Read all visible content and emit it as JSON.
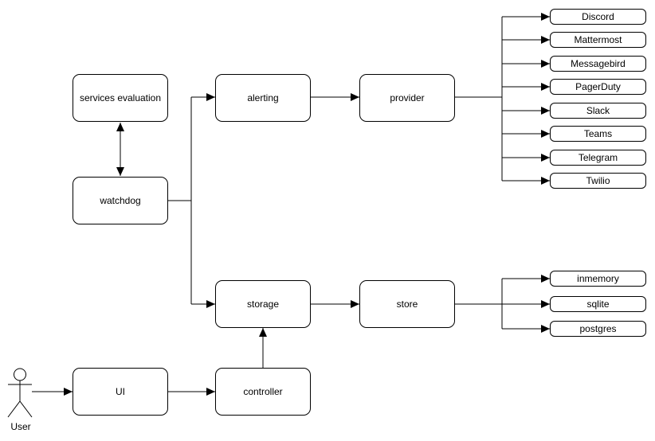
{
  "diagram": {
    "background_color": "#ffffff",
    "stroke_color": "#000000",
    "text_color": "#000000",
    "nodes": {
      "services_evaluation": "services evaluation",
      "watchdog": "watchdog",
      "alerting": "alerting",
      "provider": "provider",
      "storage": "storage",
      "store": "store",
      "ui": "UI",
      "controller": "controller"
    },
    "actor_label": "User",
    "providers": [
      "Discord",
      "Mattermost",
      "Messagebird",
      "PagerDuty",
      "Slack",
      "Teams",
      "Telegram",
      "Twilio"
    ],
    "stores": [
      "inmemory",
      "sqlite",
      "postgres"
    ],
    "edges": [
      {
        "from": "services evaluation",
        "to": "watchdog",
        "arrow": "both"
      },
      {
        "from": "watchdog",
        "to": "alerting",
        "arrow": "end"
      },
      {
        "from": "watchdog",
        "to": "storage",
        "arrow": "end"
      },
      {
        "from": "alerting",
        "to": "provider",
        "arrow": "end"
      },
      {
        "from": "provider",
        "to": "Discord",
        "arrow": "end"
      },
      {
        "from": "provider",
        "to": "Mattermost",
        "arrow": "end"
      },
      {
        "from": "provider",
        "to": "Messagebird",
        "arrow": "end"
      },
      {
        "from": "provider",
        "to": "PagerDuty",
        "arrow": "end"
      },
      {
        "from": "provider",
        "to": "Slack",
        "arrow": "end"
      },
      {
        "from": "provider",
        "to": "Teams",
        "arrow": "end"
      },
      {
        "from": "provider",
        "to": "Telegram",
        "arrow": "end"
      },
      {
        "from": "provider",
        "to": "Twilio",
        "arrow": "end"
      },
      {
        "from": "storage",
        "to": "store",
        "arrow": "end"
      },
      {
        "from": "store",
        "to": "inmemory",
        "arrow": "end"
      },
      {
        "from": "store",
        "to": "sqlite",
        "arrow": "end"
      },
      {
        "from": "store",
        "to": "postgres",
        "arrow": "end"
      },
      {
        "from": "User",
        "to": "UI",
        "arrow": "end"
      },
      {
        "from": "UI",
        "to": "controller",
        "arrow": "end"
      },
      {
        "from": "controller",
        "to": "storage",
        "arrow": "end"
      }
    ]
  }
}
